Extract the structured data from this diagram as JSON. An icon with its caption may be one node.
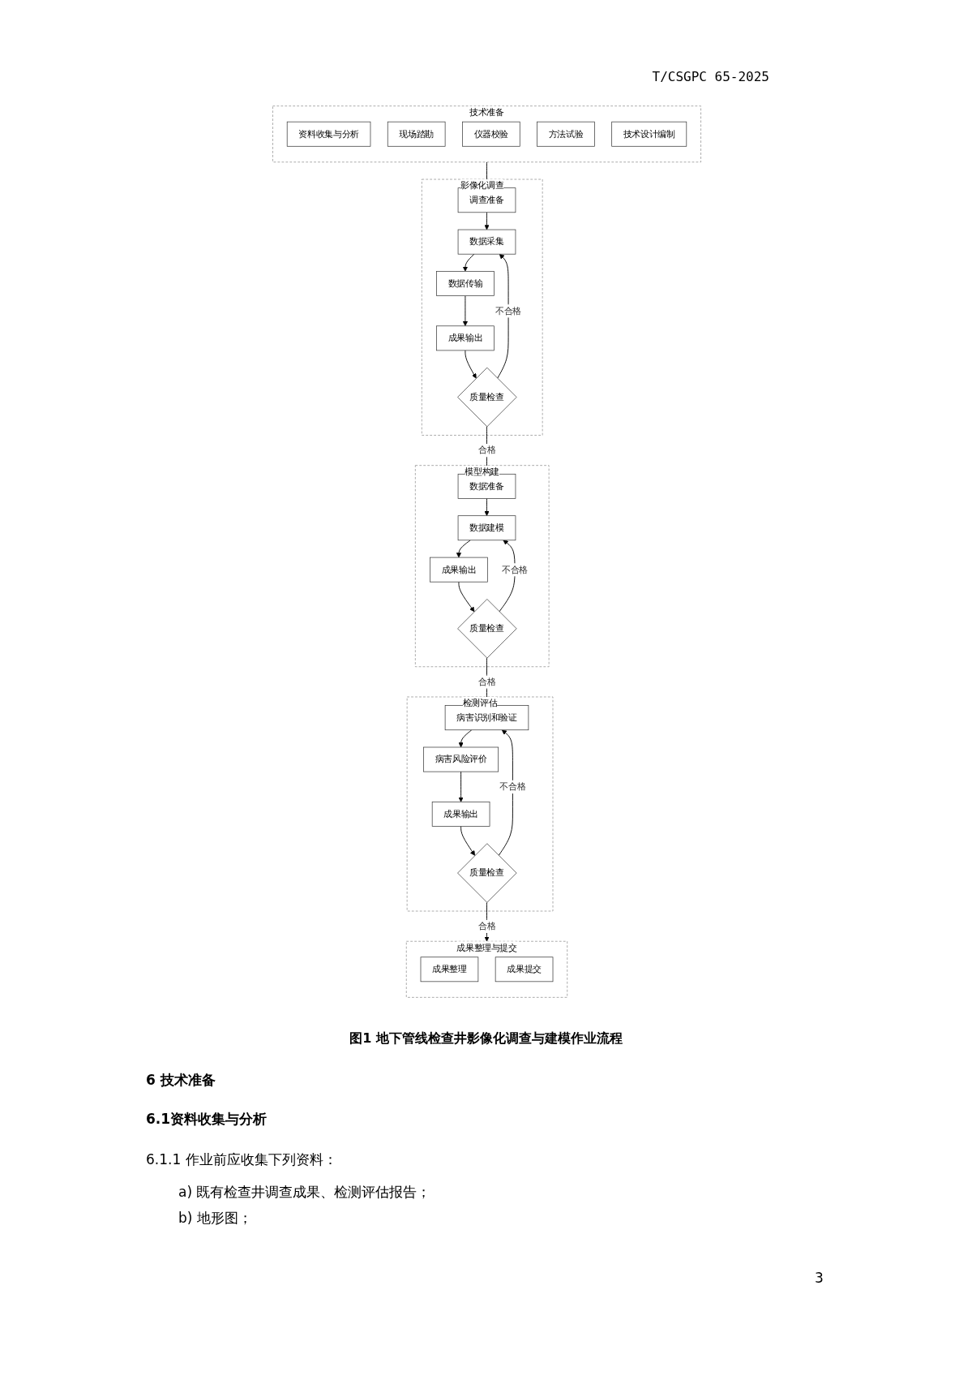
{
  "diagram": {
    "caption": "图1 地下管线检查井影像化调查与建模作业流程",
    "nodes": [
      {
        "text": [
          "技术准备"
        ]
      },
      {
        "text": [
          "资料收集与分析"
        ],
        "in": 0
      },
      {
        "text": [
          "现场踏勘"
        ],
        "in": 0
      },
      {
        "text": [
          "仪器校验"
        ],
        "in": 0
      },
      {
        "text": [
          "方法试验"
        ],
        "in": 0
      },
      {
        "text": [
          "技术设计编制"
        ],
        "in": 0
      },
      {
        "text": [
          "影像化调查"
        ]
      },
      {
        "text": [
          "调查准备"
        ],
        "in": 6
      },
      {
        "text": [
          "数据采集"
        ],
        "in": 6
      },
      {
        "text": [
          "数据传输"
        ],
        "in": 6
      },
      {
        "text": [
          "成果输出"
        ],
        "in": 6
      },
      {
        "text": [
          "质量检查"
        ],
        "in": 6
      },
      {
        "text": [
          "模型构建"
        ]
      },
      {
        "text": [
          "数据准备"
        ],
        "in": 12
      },
      {
        "text": [
          "数据建模"
        ],
        "in": 12
      },
      {
        "text": [
          "成果输出"
        ],
        "in": 12
      },
      {
        "text": [
          "质量检查"
        ],
        "in": 12
      },
      {
        "text": [
          "检测评估"
        ]
      },
      {
        "text": [
          "病害识别和验证"
        ],
        "in": 17
      },
      {
        "text": [
          "病害风险评价"
        ],
        "in": 17
      },
      {
        "text": [
          "成果输出"
        ],
        "in": 17
      },
      {
        "text": [
          "质量检查"
        ],
        "in": 17
      },
      {
        "text": [
          "成果整理与提交"
        ]
      },
      {
        "text": [
          "成果整理"
        ],
        "in": 22
      },
      {
        "text": [
          "成果提交"
        ],
        "in": 22
      }
    ],
    "edges": [
      {
        "from": 0,
        "to": 7,
        "arrow": "to"
      },
      {
        "from": 7,
        "to": 8,
        "arrow": "to"
      },
      {
        "from": 8,
        "to": 9,
        "arrow": "to"
      },
      {
        "from": 9,
        "to": 10,
        "arrow": "to"
      },
      {
        "from": 10,
        "to": 11,
        "arrow": "to"
      },
      {
        "from": 11,
        "to": 8,
        "arrow": "to",
        "label": "不合格"
      },
      {
        "from": 11,
        "to": 13,
        "arrow": "to",
        "label": "合格"
      },
      {
        "from": 13,
        "to": 14,
        "arrow": "to"
      },
      {
        "from": 14,
        "to": 15,
        "arrow": "to"
      },
      {
        "from": 15,
        "to": 16,
        "arrow": "to"
      },
      {
        "from": 16,
        "to": 14,
        "arrow": "to",
        "label": "不合格"
      },
      {
        "from": 16,
        "to": 18,
        "arrow": "to",
        "label": "合格"
      },
      {
        "from": 18,
        "to": 19,
        "arrow": "to"
      },
      {
        "from": 19,
        "to": 20,
        "arrow": "to"
      },
      {
        "from": 20,
        "to": 21,
        "arrow": "to"
      },
      {
        "from": 21,
        "to": 18,
        "arrow": "to",
        "label": "不合格"
      },
      {
        "from": 21,
        "to": 22,
        "arrow": "to",
        "label": "合格"
      }
    ],
    "labels": [
      "T/CSGPC 65-2025",
      "6 技术准备",
      "6.1资料收集与分析",
      "6.1.1 作业前应收集下列资料：",
      "a) 既有检查井调查成果、检测评估报告；",
      "b) 地形图；",
      "3"
    ]
  }
}
